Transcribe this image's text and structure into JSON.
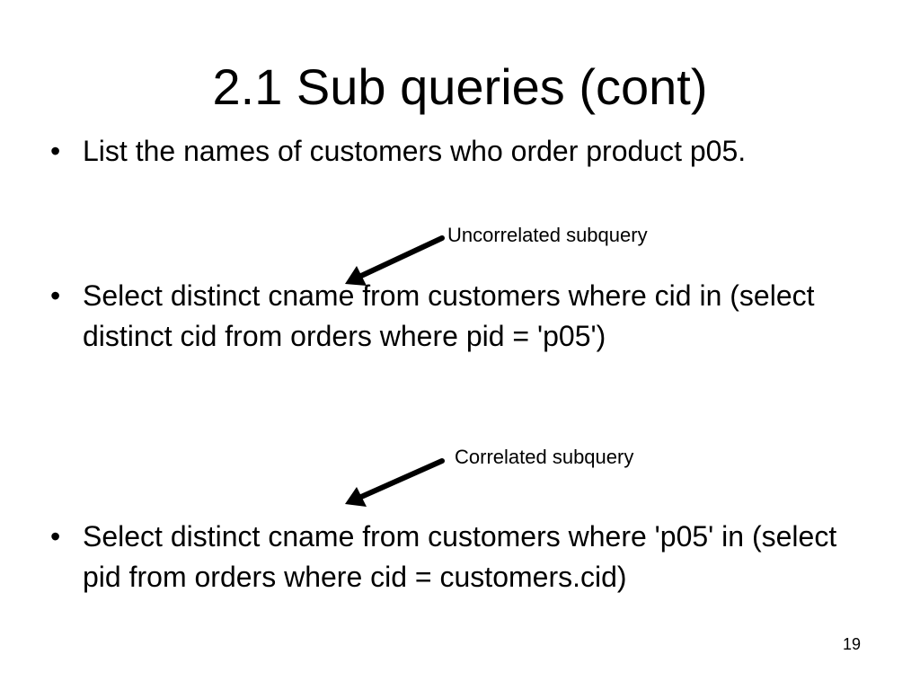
{
  "slide": {
    "title": "2.1 Sub queries (cont)",
    "bullet_symbol": "•",
    "bullets": [
      "List the names of customers who order product p05.",
      "Select distinct cname from customers where cid in (select distinct cid from orders where pid = 'p05')",
      "Select distinct cname from customers where 'p05' in (select pid from orders where cid = customers.cid)"
    ],
    "annotations": [
      "Uncorrelated subquery",
      "Correlated subquery"
    ],
    "page_number": "19"
  },
  "colors": {
    "text": "#000000",
    "background": "#ffffff"
  }
}
